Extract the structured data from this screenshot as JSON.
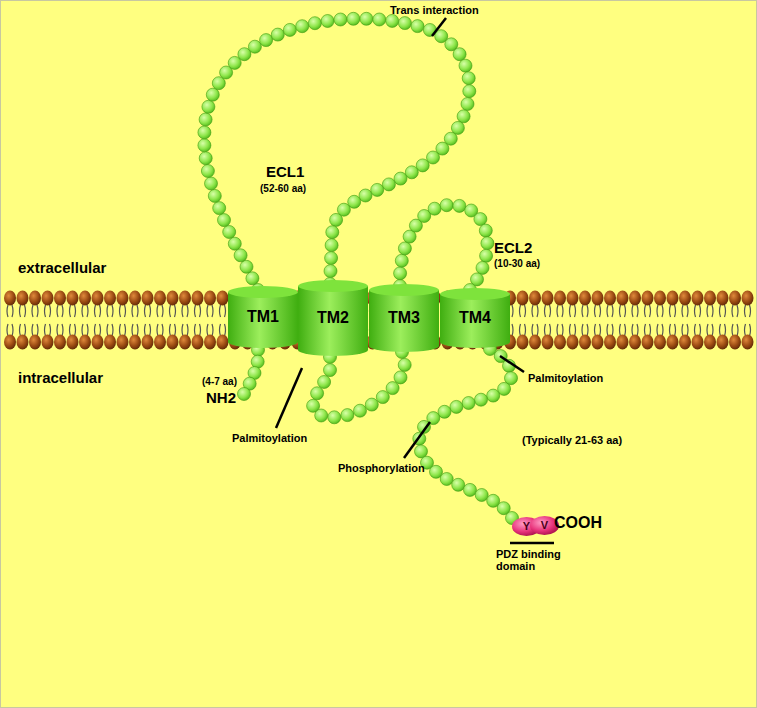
{
  "diagram": {
    "nodes": [
      {
        "text": [
          "TM1"
        ]
      },
      {
        "text": [
          "TM2"
        ]
      },
      {
        "text": [
          "TM3"
        ]
      },
      {
        "text": [
          "TM4"
        ]
      },
      {
        "text": [
          "Y"
        ]
      },
      {
        "text": [
          "V"
        ]
      }
    ],
    "labels": [
      "Trans interaction",
      "ECL1",
      "(52-60 aa)",
      "extracellular",
      "ECL2",
      "(10-30 aa)",
      "intracellular",
      "(4-7 aa)",
      "NH2",
      "Palmitoylation",
      "Palmitoylation",
      "Phosphorylation",
      "(Typically 21-63 aa)",
      "COOH",
      "PDZ binding domain"
    ]
  }
}
